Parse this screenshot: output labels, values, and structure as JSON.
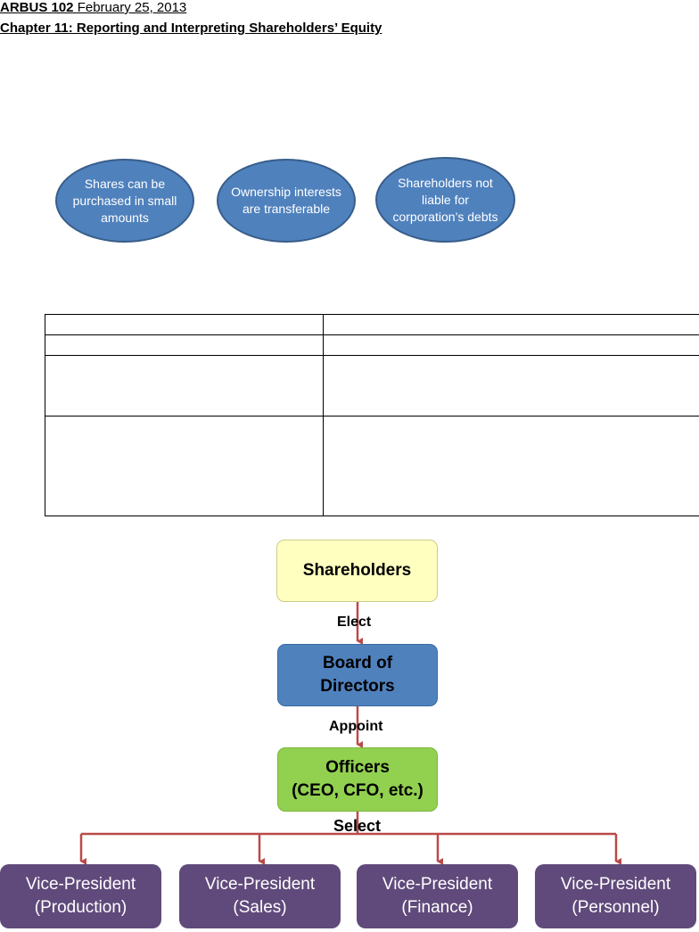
{
  "header": {
    "course": "ARBUS 102",
    "date": " February 25, 2013",
    "chapter": "Chapter 11: Reporting and Interpreting  Shareholders’ Equity"
  },
  "ovals": [
    {
      "text": "Shares can be purchased in small amounts"
    },
    {
      "text": "Ownership interests are transferable"
    },
    {
      "text": "Shareholders not liable for corporation’s debts"
    }
  ],
  "org_chart": {
    "shareholders": "Shareholders",
    "board": "Board of Directors",
    "officers_line1": "Officers",
    "officers_line2": "(CEO, CFO, etc.)",
    "elect": "Elect",
    "appoint": "Appoint",
    "select": "Select",
    "vice_presidents": [
      {
        "title": "Vice-President",
        "dept": "(Production)"
      },
      {
        "title": "Vice-President",
        "dept": "(Sales)"
      },
      {
        "title": "Vice-President",
        "dept": "(Finance)"
      },
      {
        "title": "Vice-President",
        "dept": "(Personnel)"
      }
    ],
    "connector_color": "#b94a48",
    "colors": {
      "shareholders": "#ffffc0",
      "board": "#4f81bd",
      "officers": "#92d050",
      "vice_president": "#604a7b"
    }
  }
}
